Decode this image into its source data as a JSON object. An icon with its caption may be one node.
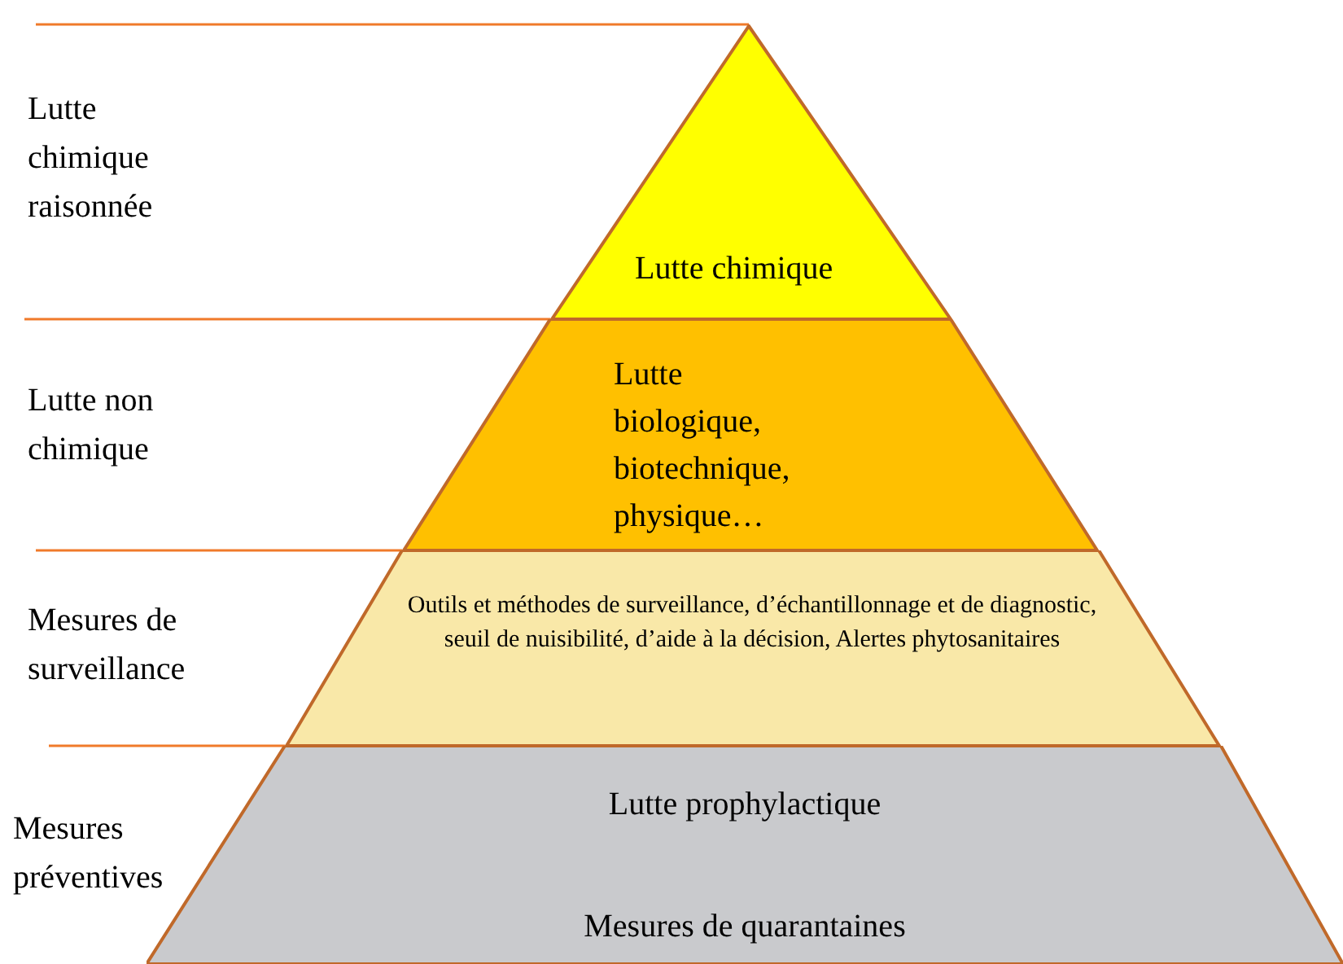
{
  "diagram": {
    "nodes": [
      {
        "text": [
          "Lutte chimique"
        ]
      },
      {
        "text": [
          "Lutte biologique, biotechnique, physique…"
        ]
      },
      {
        "text": [
          "Outils et méthodes de surveillance, d’échantillonnage et de diagnostic, seuil de nuisibilité, d’aide à la décision, Alertes phytosanitaires"
        ]
      },
      {
        "text": [
          "Lutte prophylactique",
          "Mesures de quarantaines"
        ]
      }
    ],
    "labels": [
      "Lutte chimique raisonnée",
      "Lutte non chimique",
      "Mesures de surveillance",
      "Mesures préventives"
    ]
  }
}
